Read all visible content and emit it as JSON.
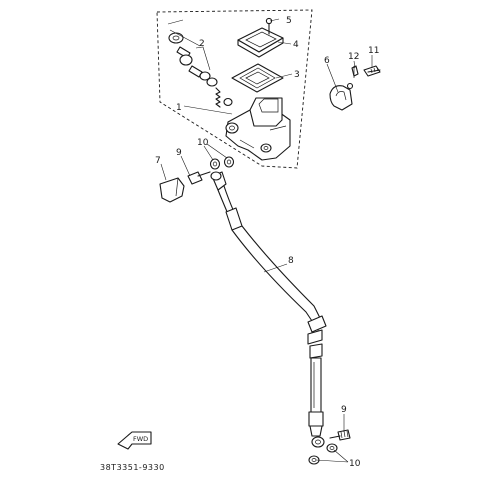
{
  "callouts": {
    "c1": "1",
    "c2": "2",
    "c3": "3",
    "c4": "4",
    "c5": "5",
    "c6": "6",
    "c7": "7",
    "c8": "8",
    "c9a": "9",
    "c9b": "9",
    "c10a": "10",
    "c10b": "10",
    "c11": "11",
    "c12": "12"
  },
  "part_number": "38T3351-9330",
  "front_arrow_label": "FWD"
}
